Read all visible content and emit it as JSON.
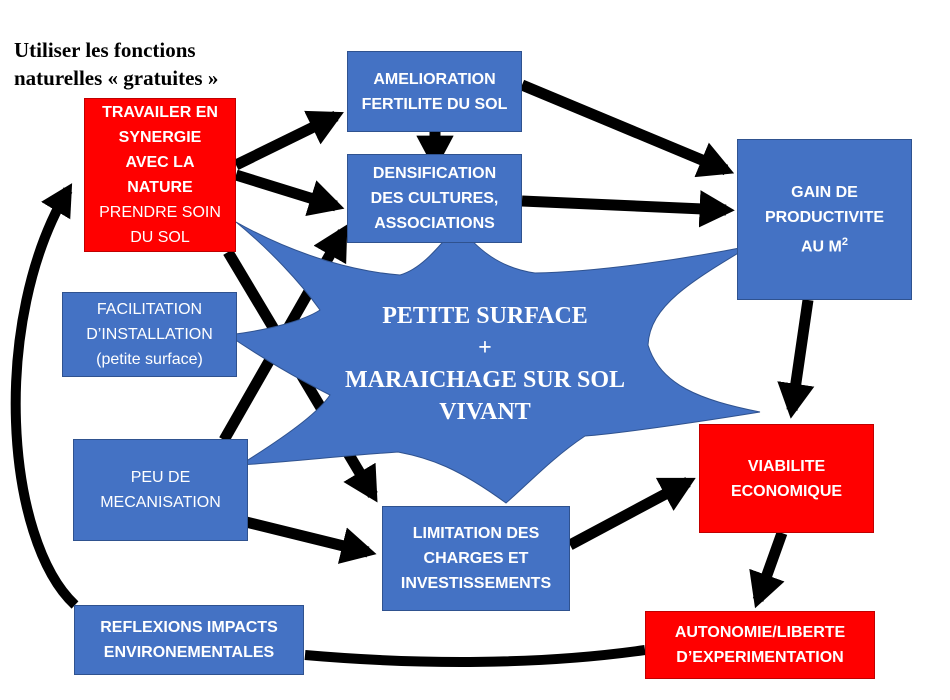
{
  "title": {
    "line1": "Utiliser les fonctions",
    "line2": "naturelles « gratuites »"
  },
  "center": {
    "line1": "PETITE SURFACE",
    "line2": "+",
    "line3": "MARAICHAGE SUR SOL",
    "line4": "VIVANT"
  },
  "boxes": {
    "travailler": {
      "line1": "TRAVAILER EN",
      "line2": "SYNERGIE",
      "line3": "AVEC LA",
      "line4": "NATURE",
      "line5": "PRENDRE SOIN",
      "line6": "DU SOL"
    },
    "amelioration": {
      "line1": "AMELIORATION",
      "line2": "FERTILITE DU SOL"
    },
    "densification": {
      "line1": "DENSIFICATION",
      "line2": "DES CULTURES,",
      "line3": "ASSOCIATIONS"
    },
    "gain": {
      "line1": "GAIN DE",
      "line2": "PRODUCTIVITE",
      "line3": "AU M",
      "sup": "2"
    },
    "facilitation": {
      "line1": "FACILITATION",
      "line2": "D’INSTALLATION",
      "line3": "(petite surface)"
    },
    "peu": {
      "line1": "PEU DE",
      "line2": "MECANISATION"
    },
    "limitation": {
      "line1": "LIMITATION DES",
      "line2": "CHARGES ET",
      "line3": "INVESTISSEMENTS"
    },
    "viabilite": {
      "line1": "VIABILITE",
      "line2": "ECONOMIQUE"
    },
    "reflexions": {
      "line1": "REFLEXIONS IMPACTS",
      "line2": "ENVIRONEMENTALES"
    },
    "autonomie": {
      "line1": "AUTONOMIE/LIBERTE",
      "line2": "D’EXPERIMENTATION"
    }
  },
  "colors": {
    "blue": "#4472c4",
    "red": "#ff0000",
    "arrow": "#000000"
  }
}
